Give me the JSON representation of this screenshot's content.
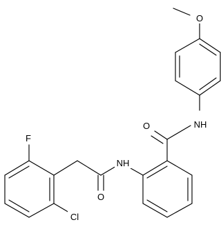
{
  "structure": {
    "atoms": {
      "o_methoxy": "O",
      "n_amide_top": "NH",
      "o_carbonyl_top": "O",
      "n_amide_bottom": "NH",
      "f": "F",
      "o_carbonyl_bottom": "O",
      "cl": "Cl"
    }
  }
}
